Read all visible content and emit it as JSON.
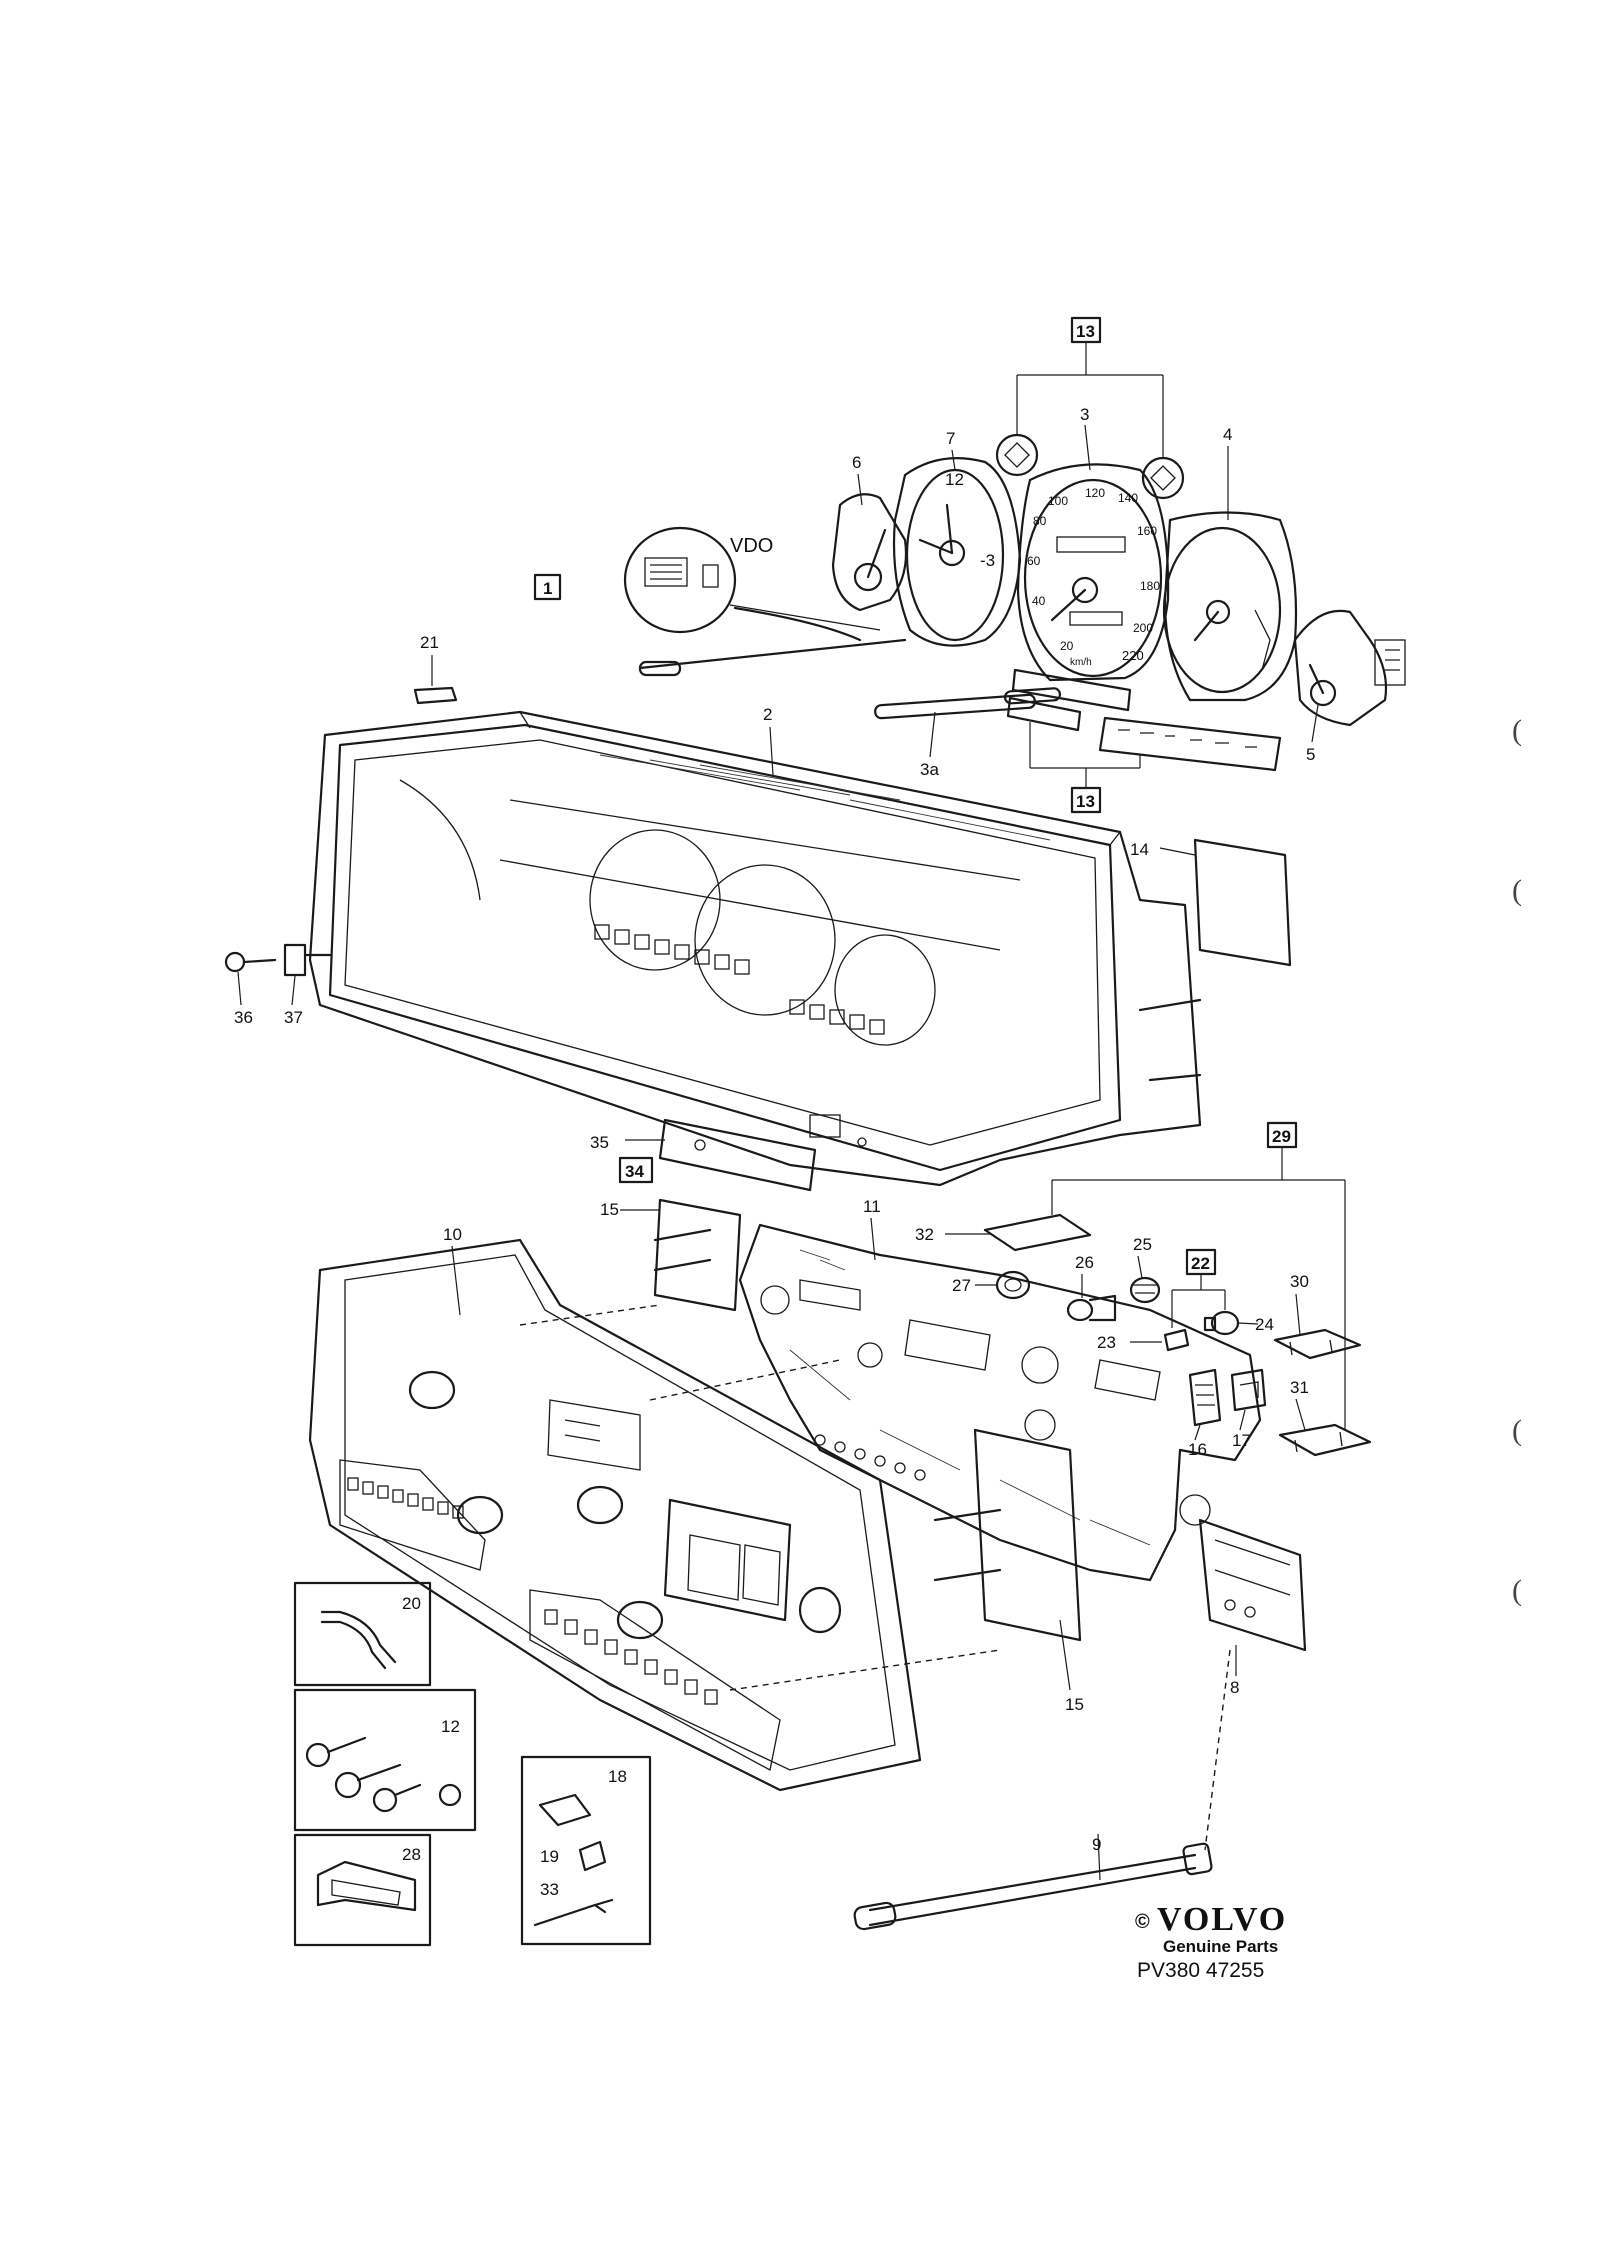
{
  "brand": {
    "copyright": "©",
    "name": "VOLVO",
    "tagline": "Genuine Parts",
    "part_number": "PV380 47255"
  },
  "boxed_refs": {
    "r1": "1",
    "r13a": "13",
    "r13b": "13",
    "r22": "22",
    "r29": "29",
    "r34": "34"
  },
  "labels": {
    "l2": "2",
    "l3": "3",
    "l3a": "3a",
    "l4": "4",
    "l5": "5",
    "l6": "6",
    "l7": "7",
    "l8": "8",
    "l9": "9",
    "l10": "10",
    "l11": "11",
    "l12": "12",
    "l14": "14",
    "l15a": "15",
    "l15b": "15",
    "l16": "16",
    "l17": "17",
    "l18": "18",
    "l19": "19",
    "l20": "20",
    "l21": "21",
    "l23": "23",
    "l24": "24",
    "l25": "25",
    "l26": "26",
    "l27": "27",
    "l28": "28",
    "l30": "30",
    "l31": "31",
    "l32": "32",
    "l33": "33",
    "l35": "35",
    "l36": "36",
    "l37": "37"
  },
  "inset_vdo": "VDO",
  "gauge_numbers": {
    "clock_12": "12",
    "clock_3": "-3",
    "speedo": [
      "100",
      "120",
      "140",
      "160",
      "180",
      "200",
      "220",
      "80",
      "60",
      "40",
      "20"
    ],
    "speedo_unit": "km/h"
  },
  "margin_marks": [
    "(",
    "(",
    "(",
    "("
  ]
}
